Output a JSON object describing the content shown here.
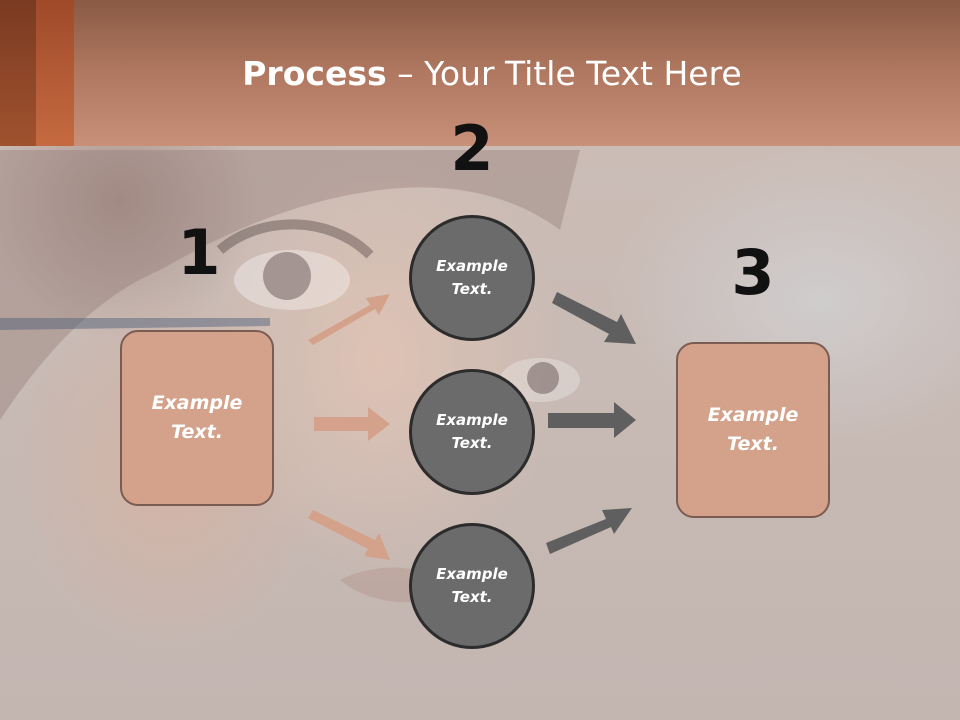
{
  "title": {
    "bold": "Process",
    "separator": " – ",
    "rest": "Your Title Text Here"
  },
  "steps": {
    "one": {
      "number": "1",
      "box_text": "Example Text."
    },
    "two": {
      "number": "2",
      "circles": [
        {
          "text": "Example Text."
        },
        {
          "text": "Example Text."
        },
        {
          "text": "Example Text."
        }
      ]
    },
    "three": {
      "number": "3",
      "box_text": "Example Text."
    }
  },
  "colors": {
    "header": "#b07860",
    "box_fill": "#d4a18a",
    "circle_fill": "#6b6b6b",
    "arrow_in": "#d4a18a",
    "arrow_out": "#5f5f5f"
  }
}
